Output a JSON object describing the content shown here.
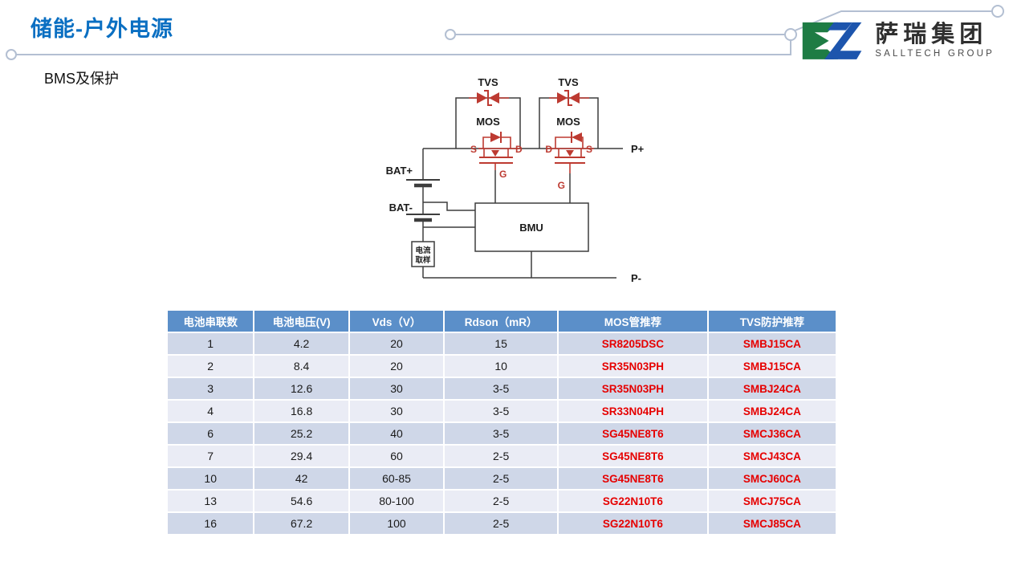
{
  "page": {
    "title": "储能-户外电源",
    "subtitle": "BMS及保护",
    "title_color": "#0a6fc2"
  },
  "logo": {
    "company": "萨瑞集团",
    "group": "SALLTECH GROUP",
    "mark_green": "#1e7c44",
    "mark_blue": "#1d55ad"
  },
  "diagram": {
    "tvs_left": "TVS",
    "tvs_right": "TVS",
    "mos_left": "MOS",
    "mos_right": "MOS",
    "bmu": "BMU",
    "bat_plus": "BAT+",
    "bat_minus": "BAT-",
    "p_plus": "P+",
    "p_minus": "P-",
    "current_sample_l1": "电流",
    "current_sample_l2": "取样",
    "mos_left_s": "S",
    "mos_left_d": "D",
    "mos_left_g": "G",
    "mos_right_d": "D",
    "mos_right_s": "S",
    "mos_right_g": "G",
    "wire_color": "#3d3d3d",
    "component_color": "#bd3a31"
  },
  "table": {
    "headers": [
      "电池串联数",
      "电池电压(V)",
      "Vds（V）",
      "Rdson（mR）",
      "MOS管推荐",
      "TVS防护推荐"
    ],
    "col_widths_pct": [
      13,
      14.2,
      14.2,
      17,
      22.4,
      19.2
    ],
    "rows": [
      [
        "1",
        "4.2",
        "20",
        "15",
        "SR8205DSC",
        "SMBJ15CA"
      ],
      [
        "2",
        "8.4",
        "20",
        "10",
        "SR35N03PH",
        "SMBJ15CA"
      ],
      [
        "3",
        "12.6",
        "30",
        "3-5",
        "SR35N03PH",
        "SMBJ24CA"
      ],
      [
        "4",
        "16.8",
        "30",
        "3-5",
        "SR33N04PH",
        "SMBJ24CA"
      ],
      [
        "6",
        "25.2",
        "40",
        "3-5",
        "SG45NE8T6",
        "SMCJ36CA"
      ],
      [
        "7",
        "29.4",
        "60",
        "2-5",
        "SG45NE8T6",
        "SMCJ43CA"
      ],
      [
        "10",
        "42",
        "60-85",
        "2-5",
        "SG45NE8T6",
        "SMCJ60CA"
      ],
      [
        "13",
        "54.6",
        "80-100",
        "2-5",
        "SG22N10T6",
        "SMCJ75CA"
      ],
      [
        "16",
        "67.2",
        "100",
        "2-5",
        "SG22N10T6",
        "SMCJ85CA"
      ]
    ],
    "header_bg": "#5b8fc9",
    "row_dark": "#cfd7e8",
    "row_light": "#eaecf5",
    "accent_text": "#e60000"
  }
}
